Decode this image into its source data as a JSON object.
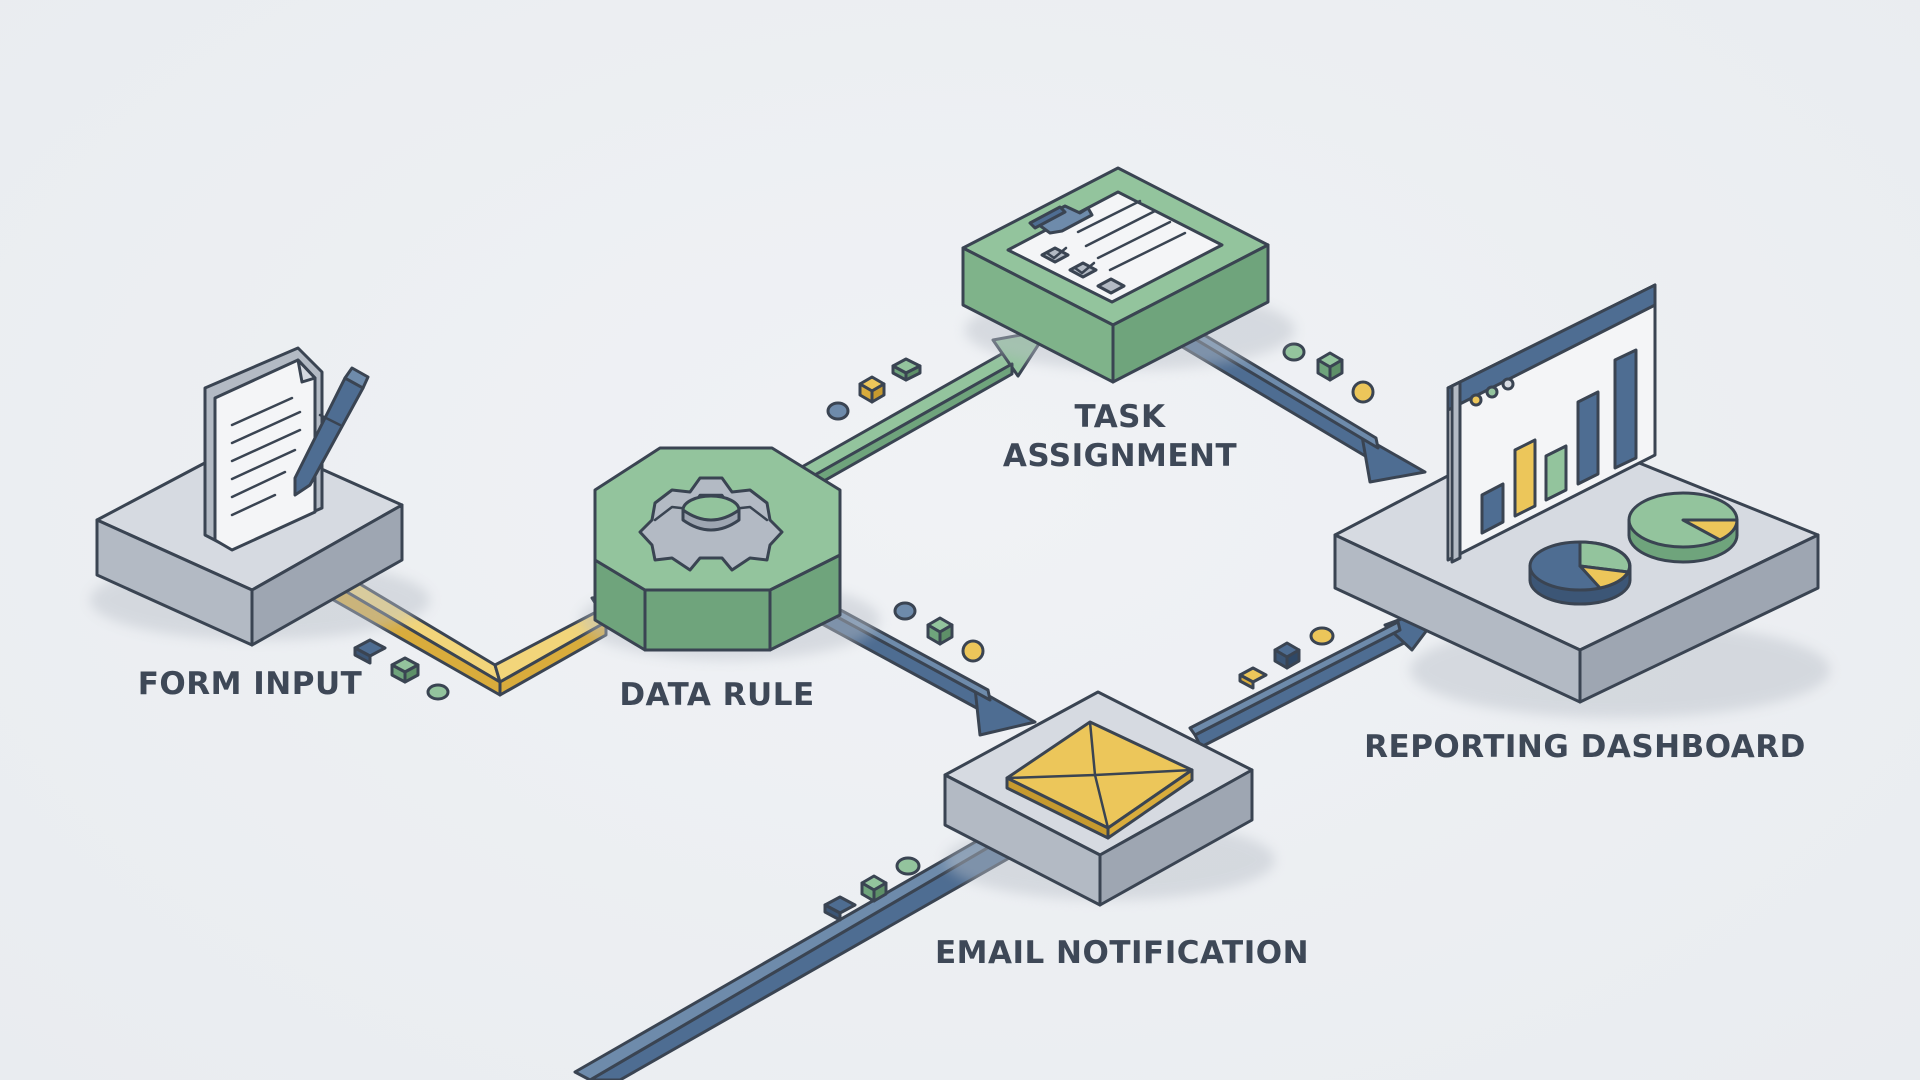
{
  "colors": {
    "background": "#eceff3",
    "outline": "#3a4452",
    "platform_top": "#d6dae1",
    "platform_side": "#9ea6b2",
    "green_top": "#93c49d",
    "green_side": "#6fa47c",
    "blue": "#4e6d92",
    "yellow": "#ecc65a",
    "paper": "#f4f5f7"
  },
  "nodes": {
    "form_input": {
      "label": "FORM INPUT",
      "icon": "document-pen-icon"
    },
    "data_rule": {
      "label": "DATA RULE",
      "icon": "gear-icon"
    },
    "task_assignment": {
      "label_line1": "TASK",
      "label_line2": "ASSIGNMENT",
      "icon": "clipboard-checklist-icon"
    },
    "email_notification": {
      "label": "EMAIL NOTIFICATION",
      "icon": "envelope-icon"
    },
    "reporting_dashboard": {
      "label": "REPORTING DASHBOARD",
      "icon": "bar-chart-window-icon"
    }
  },
  "connections": [
    {
      "from": "form_input",
      "to": "data_rule",
      "color": "yellow"
    },
    {
      "from": "data_rule",
      "to": "task_assignment",
      "color": "green"
    },
    {
      "from": "data_rule",
      "to": "email_notification",
      "color": "blue"
    },
    {
      "from": "task_assignment",
      "to": "reporting_dashboard",
      "color": "blue"
    },
    {
      "from": "email_notification",
      "to": "reporting_dashboard",
      "color": "blue"
    }
  ]
}
